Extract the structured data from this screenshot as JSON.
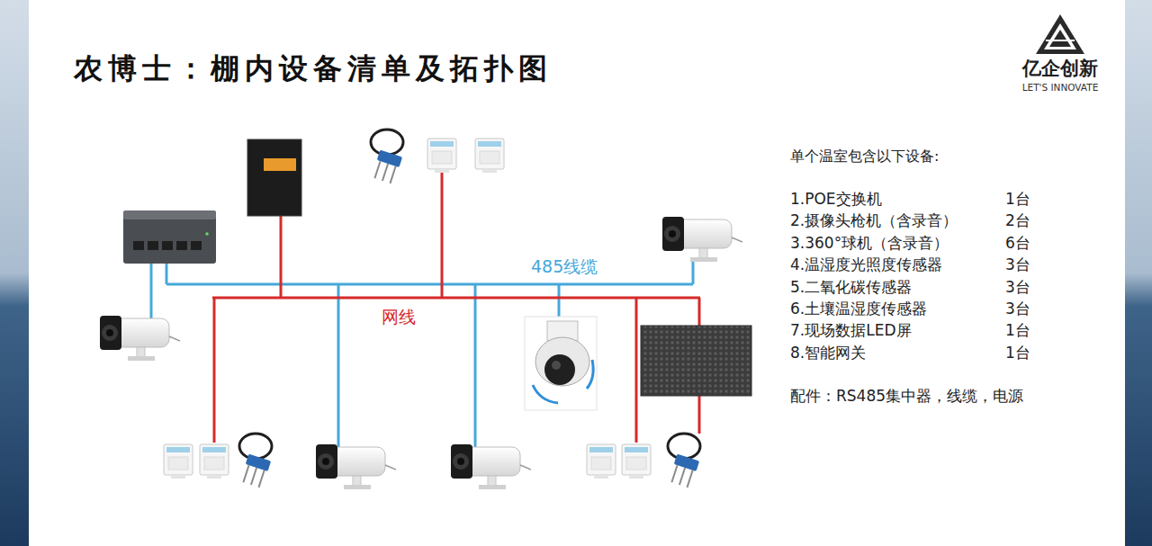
{
  "diagram": {
    "title": "农博士：棚内设备清单及拓扑图",
    "labels": [
      "亿企创新",
      "LET'S INNOVATE",
      "485线缆",
      "网线",
      "单个温室包含以下设备:",
      "1.POE交换机",
      "1台",
      "2.摄像头枪机（含录音）",
      "2台",
      "3.360°球机（含录音）",
      "6台",
      "4.温湿度光照度传感器",
      "3台",
      "5.二氧化碳传感器",
      "3台",
      "6.土壤温湿度传感器",
      "3台",
      "7.现场数据LED屏",
      "1台",
      "8.智能网关",
      "1台",
      "配件：RS485集中器，线缆，电源"
    ]
  }
}
